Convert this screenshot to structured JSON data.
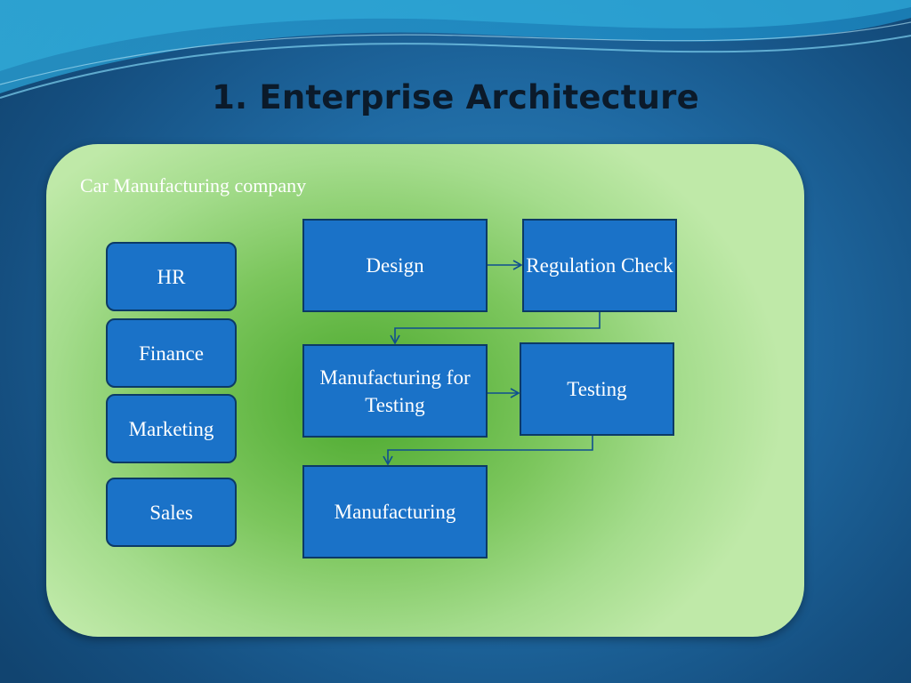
{
  "title": "1. Enterprise Architecture",
  "panel": {
    "label": "Car Manufacturing company"
  },
  "departments": [
    "HR",
    "Finance",
    "Marketing",
    "Sales"
  ],
  "process": {
    "design": "Design",
    "regulation_check": "Regulation Check",
    "manufacturing_for_testing": "Manufacturing for Testing",
    "testing": "Testing",
    "manufacturing": "Manufacturing"
  },
  "colors": {
    "box_fill": "#1a72c8",
    "box_border": "#0c3a66",
    "panel_green": "#7cc65d",
    "background_blue": "#1f6aa3"
  }
}
